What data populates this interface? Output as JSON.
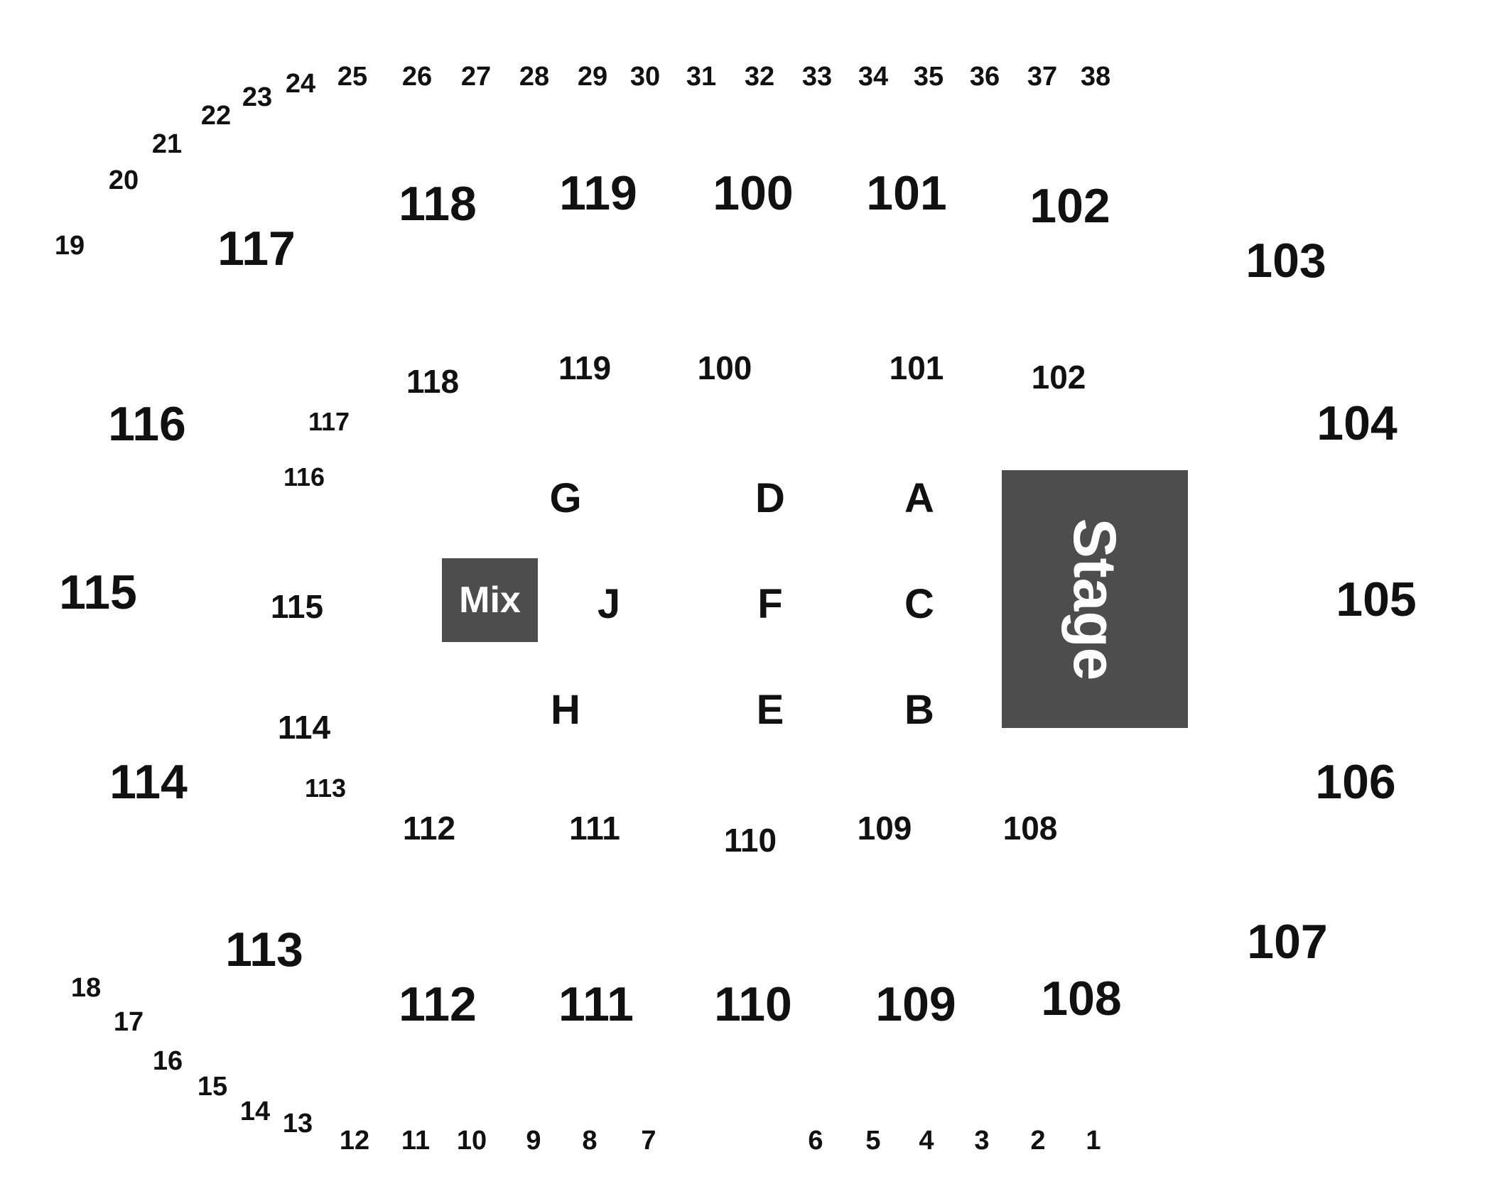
{
  "colors": {
    "background": "#ffffff",
    "text": "#111111",
    "fixture_fill": "#4d4d4d",
    "fixture_text": "#ffffff"
  },
  "fixtures": {
    "stage": "Stage",
    "mix": "Mix"
  },
  "upper_sections": {
    "s100": "100",
    "s101": "101",
    "s102": "102",
    "s103": "103",
    "s104": "104",
    "s105": "105",
    "s106": "106",
    "s107": "107",
    "s108": "108",
    "s109": "109",
    "s110": "110",
    "s111": "111",
    "s112": "112",
    "s113": "113",
    "s114": "114",
    "s115": "115",
    "s116": "116",
    "s117": "117",
    "s118": "118",
    "s119": "119"
  },
  "lower_sections": {
    "s100": "100",
    "s101": "101",
    "s102": "102",
    "s108": "108",
    "s109": "109",
    "s110": "110",
    "s111": "111",
    "s112": "112",
    "s113": "113",
    "s114": "114",
    "s115": "115",
    "s116": "116",
    "s117": "117",
    "s118": "118",
    "s119": "119"
  },
  "floor_sections": {
    "a": "A",
    "b": "B",
    "c": "C",
    "d": "D",
    "e": "E",
    "f": "F",
    "g": "G",
    "h": "H",
    "j": "J"
  },
  "boxes": {
    "b1": "1",
    "b2": "2",
    "b3": "3",
    "b4": "4",
    "b5": "5",
    "b6": "6",
    "b7": "7",
    "b8": "8",
    "b9": "9",
    "b10": "10",
    "b11": "11",
    "b12": "12",
    "b13": "13",
    "b14": "14",
    "b15": "15",
    "b16": "16",
    "b17": "17",
    "b18": "18",
    "b19": "19",
    "b20": "20",
    "b21": "21",
    "b22": "22",
    "b23": "23",
    "b24": "24",
    "b25": "25",
    "b26": "26",
    "b27": "27",
    "b28": "28",
    "b29": "29",
    "b30": "30",
    "b31": "31",
    "b32": "32",
    "b33": "33",
    "b34": "34",
    "b35": "35",
    "b36": "36",
    "b37": "37",
    "b38": "38"
  }
}
